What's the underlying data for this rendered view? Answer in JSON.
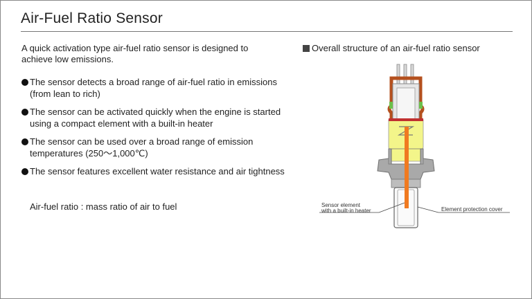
{
  "title": "Air-Fuel Ratio Sensor",
  "intro": "A quick activation type air-fuel ratio sensor is designed to achieve low emissions.",
  "bullets": [
    "The sensor detects a broad range of air-fuel ratio in emissions (from lean to rich)",
    "The sensor can be activated quickly when the engine is started using a compact element with a built-in heater",
    "The sensor can be used over a broad range of emission temperatures (250～1,000℃)",
    "The sensor features excellent water resistance and air tightness"
  ],
  "note": "Air-fuel ratio : mass ratio of air to fuel",
  "figure": {
    "title": "Overall structure of an air-fuel ratio sensor",
    "label_element_line1": "Sensor element",
    "label_element_line2": "with a built-in heater",
    "label_cover": "Element protection cover"
  },
  "colors": {
    "sensor_element": "#f07a20",
    "insulator": "#f3f58a",
    "housing": "#a9a9a9",
    "seal": "#b4501e",
    "gasket": "#6cc04a"
  }
}
